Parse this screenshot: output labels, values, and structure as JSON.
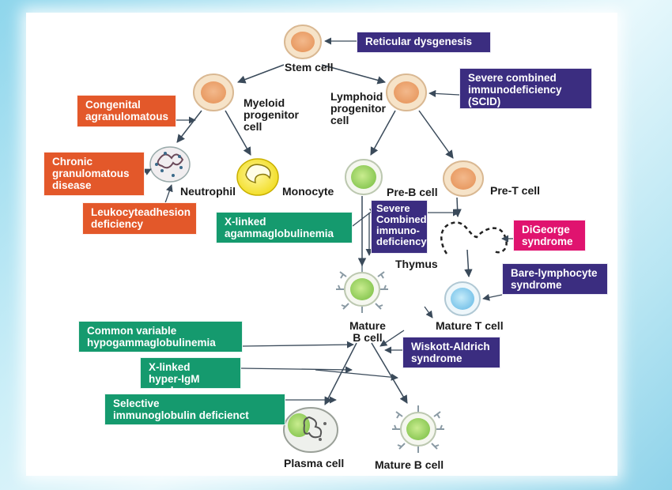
{
  "colors": {
    "scid_purple": "#3b2d80",
    "phagocyte_orange": "#e3582a",
    "antibody_green": "#159a6e",
    "digeorge_magenta": "#e0136f",
    "arrow": "#3a4a5a"
  },
  "cells": {
    "stem": "Stem cell",
    "myeloid": "Myeloid\nprogenitor\ncell",
    "lymphoid": "Lymphoid\nprogenitor\ncell",
    "neutrophil": "Neutrophil",
    "monocyte": "Monocyte",
    "pre_b": "Pre-B cell",
    "pre_t": "Pre-T cell",
    "thymus": "Thymus",
    "mature_b": "Mature\nB cell",
    "mature_t": "Mature T cell",
    "plasma": "Plasma cell",
    "mature_b2": "Mature B cell"
  },
  "diseases": {
    "reticular": "Reticular dysgenesis",
    "scid": "Severe combined\nimmunodeficiency\n(SCID)",
    "congenital": "Congenital\nagranulomatous",
    "chronic": "Chronic\ngranulomatous\ndisease",
    "lad": "Leukocyteadhesion\ndeficiency",
    "xla": "X-linked\nagammaglobulinemia",
    "scid2": "Severe\nCombined\nimmuno-\ndeficiency",
    "digeorge": "DiGeorge\nsyndrome",
    "bare": "Bare-lymphocyte\nsyndrome",
    "cvid": "Common variable\nhypogammaglobulinemia",
    "wiskott": "Wiskott-Aldrich\nsyndrome",
    "higm": "X-linked\nhyper-IgM syndrome",
    "selective": "Selective\nimmunoglobulin deficienct"
  }
}
